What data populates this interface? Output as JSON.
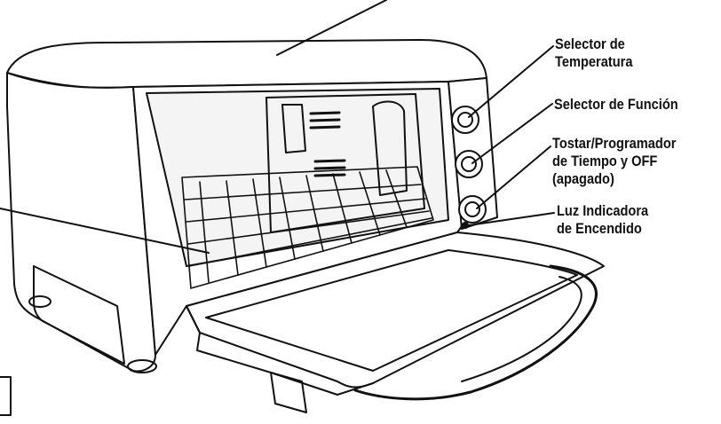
{
  "callouts": {
    "temperature": {
      "line1": "Selector de",
      "line2": "Temperatura"
    },
    "function": {
      "line1": "Selector de Función"
    },
    "toast_timer": {
      "line1": "Tostar/Programador",
      "line2": "de Tiempo y OFF",
      "line3": "(apagado)"
    },
    "power_light": {
      "line1": "Luz Indicadora",
      "line2": "de Encendido"
    }
  },
  "colors": {
    "ink": "#111111",
    "body_fill": "#ffffff",
    "interior_fill": "#f4f4f4"
  }
}
